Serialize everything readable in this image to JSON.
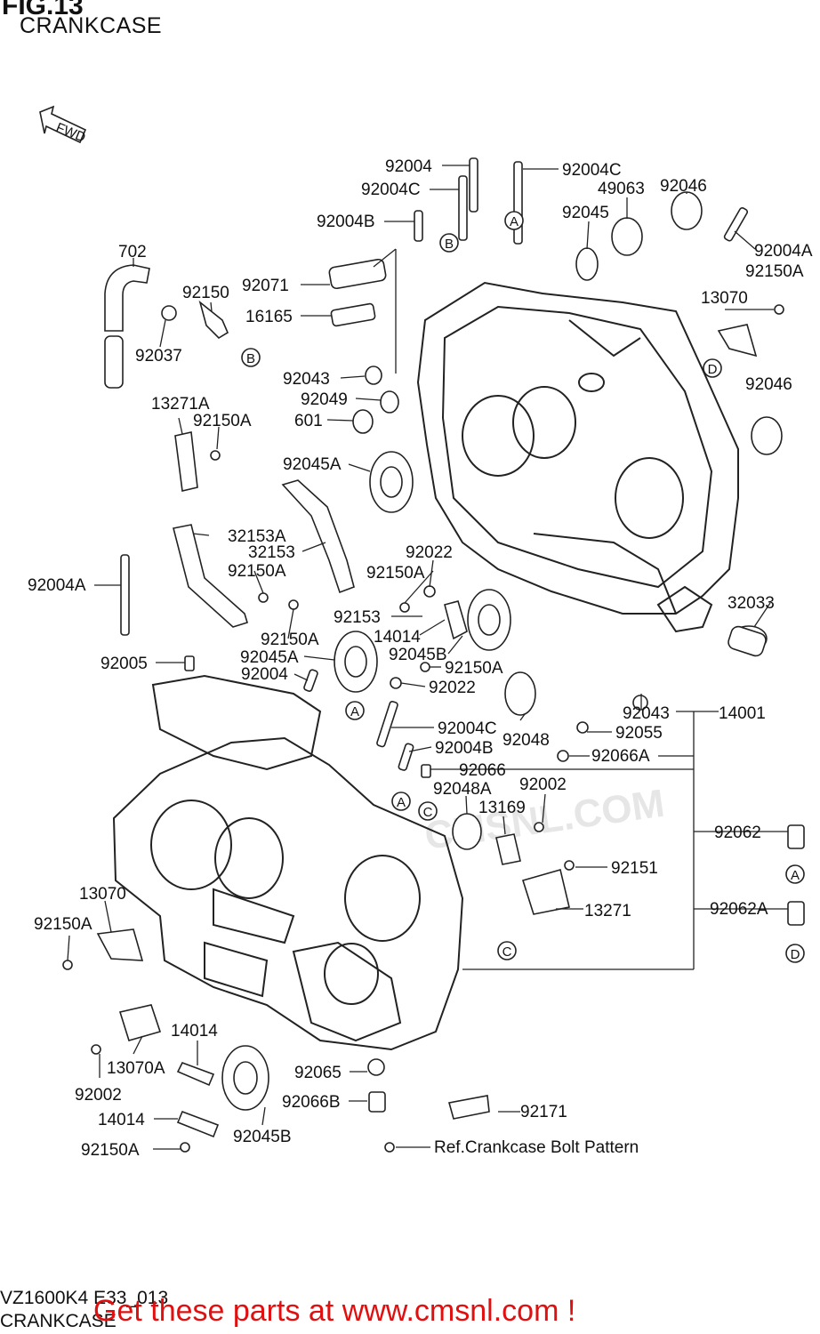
{
  "figure": {
    "title": "FIG.13",
    "subtitle": "CRANKCASE",
    "direction": "FWD",
    "footer_code": "VZ1600K4 E33_013",
    "footer_name": "CRANKCASE",
    "watermark": "CMSNL.COM",
    "cta_text": "Get these parts at www.cmsnl.com !"
  },
  "parts": [
    {
      "id": "p1",
      "label": "92004"
    },
    {
      "id": "p2",
      "label": "92004C"
    },
    {
      "id": "p3",
      "label": "92004C"
    },
    {
      "id": "p4",
      "label": "49063"
    },
    {
      "id": "p5",
      "label": "92046"
    },
    {
      "id": "p6",
      "label": "92045"
    },
    {
      "id": "p7",
      "label": "92004B"
    },
    {
      "id": "p8",
      "label": "92004A"
    },
    {
      "id": "p9",
      "label": "92150A"
    },
    {
      "id": "p10",
      "label": "702"
    },
    {
      "id": "p11",
      "label": "92150"
    },
    {
      "id": "p12",
      "label": "92071"
    },
    {
      "id": "p13",
      "label": "13070"
    },
    {
      "id": "p14",
      "label": "16165"
    },
    {
      "id": "p15",
      "label": "92037"
    },
    {
      "id": "p16",
      "label": "92043"
    },
    {
      "id": "p17",
      "label": "92046"
    },
    {
      "id": "p18",
      "label": "92049"
    },
    {
      "id": "p19",
      "label": "13271A"
    },
    {
      "id": "p20",
      "label": "601"
    },
    {
      "id": "p21",
      "label": "92150A"
    },
    {
      "id": "p22",
      "label": "92045A"
    },
    {
      "id": "p23",
      "label": "32153A"
    },
    {
      "id": "p24",
      "label": "32153"
    },
    {
      "id": "p25",
      "label": "92022"
    },
    {
      "id": "p26",
      "label": "92150A"
    },
    {
      "id": "p27",
      "label": "92150A"
    },
    {
      "id": "p28",
      "label": "92004A"
    },
    {
      "id": "p29",
      "label": "32033"
    },
    {
      "id": "p30",
      "label": "92153"
    },
    {
      "id": "p31",
      "label": "92150A"
    },
    {
      "id": "p32",
      "label": "14014"
    },
    {
      "id": "p33",
      "label": "92045A"
    },
    {
      "id": "p34",
      "label": "92045B"
    },
    {
      "id": "p35",
      "label": "92005"
    },
    {
      "id": "p36",
      "label": "92150A"
    },
    {
      "id": "p37",
      "label": "92004"
    },
    {
      "id": "p38",
      "label": "92022"
    },
    {
      "id": "p39",
      "label": "92043"
    },
    {
      "id": "p40",
      "label": "14001"
    },
    {
      "id": "p41",
      "label": "92004C"
    },
    {
      "id": "p42",
      "label": "92048"
    },
    {
      "id": "p43",
      "label": "92055"
    },
    {
      "id": "p44",
      "label": "92004B"
    },
    {
      "id": "p45",
      "label": "92066A"
    },
    {
      "id": "p46",
      "label": "92066"
    },
    {
      "id": "p47",
      "label": "92048A"
    },
    {
      "id": "p48",
      "label": "92002"
    },
    {
      "id": "p49",
      "label": "13169"
    },
    {
      "id": "p50",
      "label": "92062"
    },
    {
      "id": "p51",
      "label": "92151"
    },
    {
      "id": "p52",
      "label": "13070"
    },
    {
      "id": "p53",
      "label": "13271"
    },
    {
      "id": "p54",
      "label": "92062A"
    },
    {
      "id": "p55",
      "label": "92150A"
    },
    {
      "id": "p56",
      "label": "14014"
    },
    {
      "id": "p57",
      "label": "92065"
    },
    {
      "id": "p58",
      "label": "13070A"
    },
    {
      "id": "p59",
      "label": "92066B"
    },
    {
      "id": "p60",
      "label": "92002"
    },
    {
      "id": "p61",
      "label": "92171"
    },
    {
      "id": "p62",
      "label": "14014"
    },
    {
      "id": "p63",
      "label": "92045B"
    },
    {
      "id": "p64",
      "label": "92150A"
    },
    {
      "id": "p65",
      "label": "Ref.Crankcase Bolt Pattern"
    }
  ],
  "refs": [
    {
      "id": "r1",
      "letter": "A"
    },
    {
      "id": "r2",
      "letter": "B"
    },
    {
      "id": "r3",
      "letter": "B"
    },
    {
      "id": "r4",
      "letter": "D"
    },
    {
      "id": "r5",
      "letter": "A"
    },
    {
      "id": "r6",
      "letter": "A"
    },
    {
      "id": "r7",
      "letter": "C"
    },
    {
      "id": "r8",
      "letter": "A"
    },
    {
      "id": "r9",
      "letter": "D"
    },
    {
      "id": "r10",
      "letter": "C"
    }
  ]
}
